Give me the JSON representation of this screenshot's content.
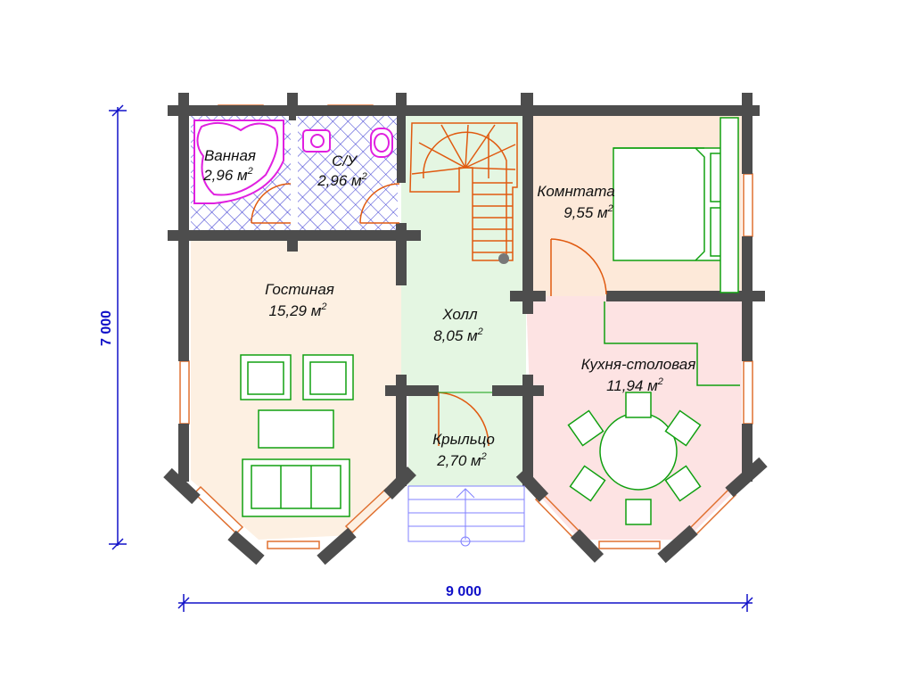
{
  "dimensions": {
    "width_label": "9 000",
    "height_label": "7 000"
  },
  "rooms": [
    {
      "id": "bath",
      "name": "Ванная",
      "area": "2,96"
    },
    {
      "id": "wc",
      "name": "С/У",
      "area": "2,96"
    },
    {
      "id": "bedroom",
      "name": "Комнтата",
      "area": "9,55"
    },
    {
      "id": "living",
      "name": "Гостиная",
      "area": "15,29"
    },
    {
      "id": "hall",
      "name": "Холл",
      "area": "8,05"
    },
    {
      "id": "kitchen",
      "name": "Кухня-столовая",
      "area": "11,94"
    },
    {
      "id": "porch",
      "name": "Крыльцо",
      "area": "2,70"
    }
  ],
  "area_unit": "м",
  "area_unit_power": "2",
  "colors": {
    "wall": "#4d4d4d",
    "dimension": "#1010c8",
    "furniture": "#10a010",
    "stairs": "#e05a10",
    "sanitary": "#e020e0",
    "tile": "#3030d0",
    "window": "#e07030",
    "living_fill": "#fdf0e2",
    "bedroom_fill": "#fde9d9",
    "hall_fill": "#e4f6e2",
    "kitchen_fill": "#fde3e3",
    "steps": "#8080ff"
  }
}
